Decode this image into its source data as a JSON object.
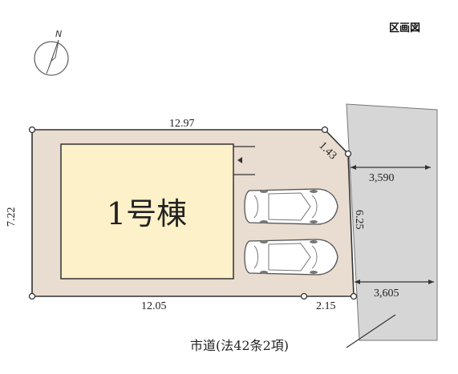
{
  "header": {
    "title": "区画図"
  },
  "compass": {
    "letter": "N"
  },
  "lot": {
    "building_label": "1号棟",
    "dimensions": {
      "top": "12.97",
      "corner_cut": "1.43",
      "left": "7.22",
      "bottom_left": "12.05",
      "bottom_right": "2.15",
      "right": "6.25"
    }
  },
  "road": {
    "label": "市道(法42条2項)",
    "width_upper": "3,590",
    "width_lower": "3,605"
  },
  "colors": {
    "lot_fill": "#e9dcd0",
    "building_fill": "#fdf1c9",
    "road_fill": "#d6d6d6",
    "outline": "#333333"
  },
  "icons": {
    "compass": "north-compass-icon",
    "entrance": "entrance-arrow-icon",
    "car": "car-icon"
  }
}
